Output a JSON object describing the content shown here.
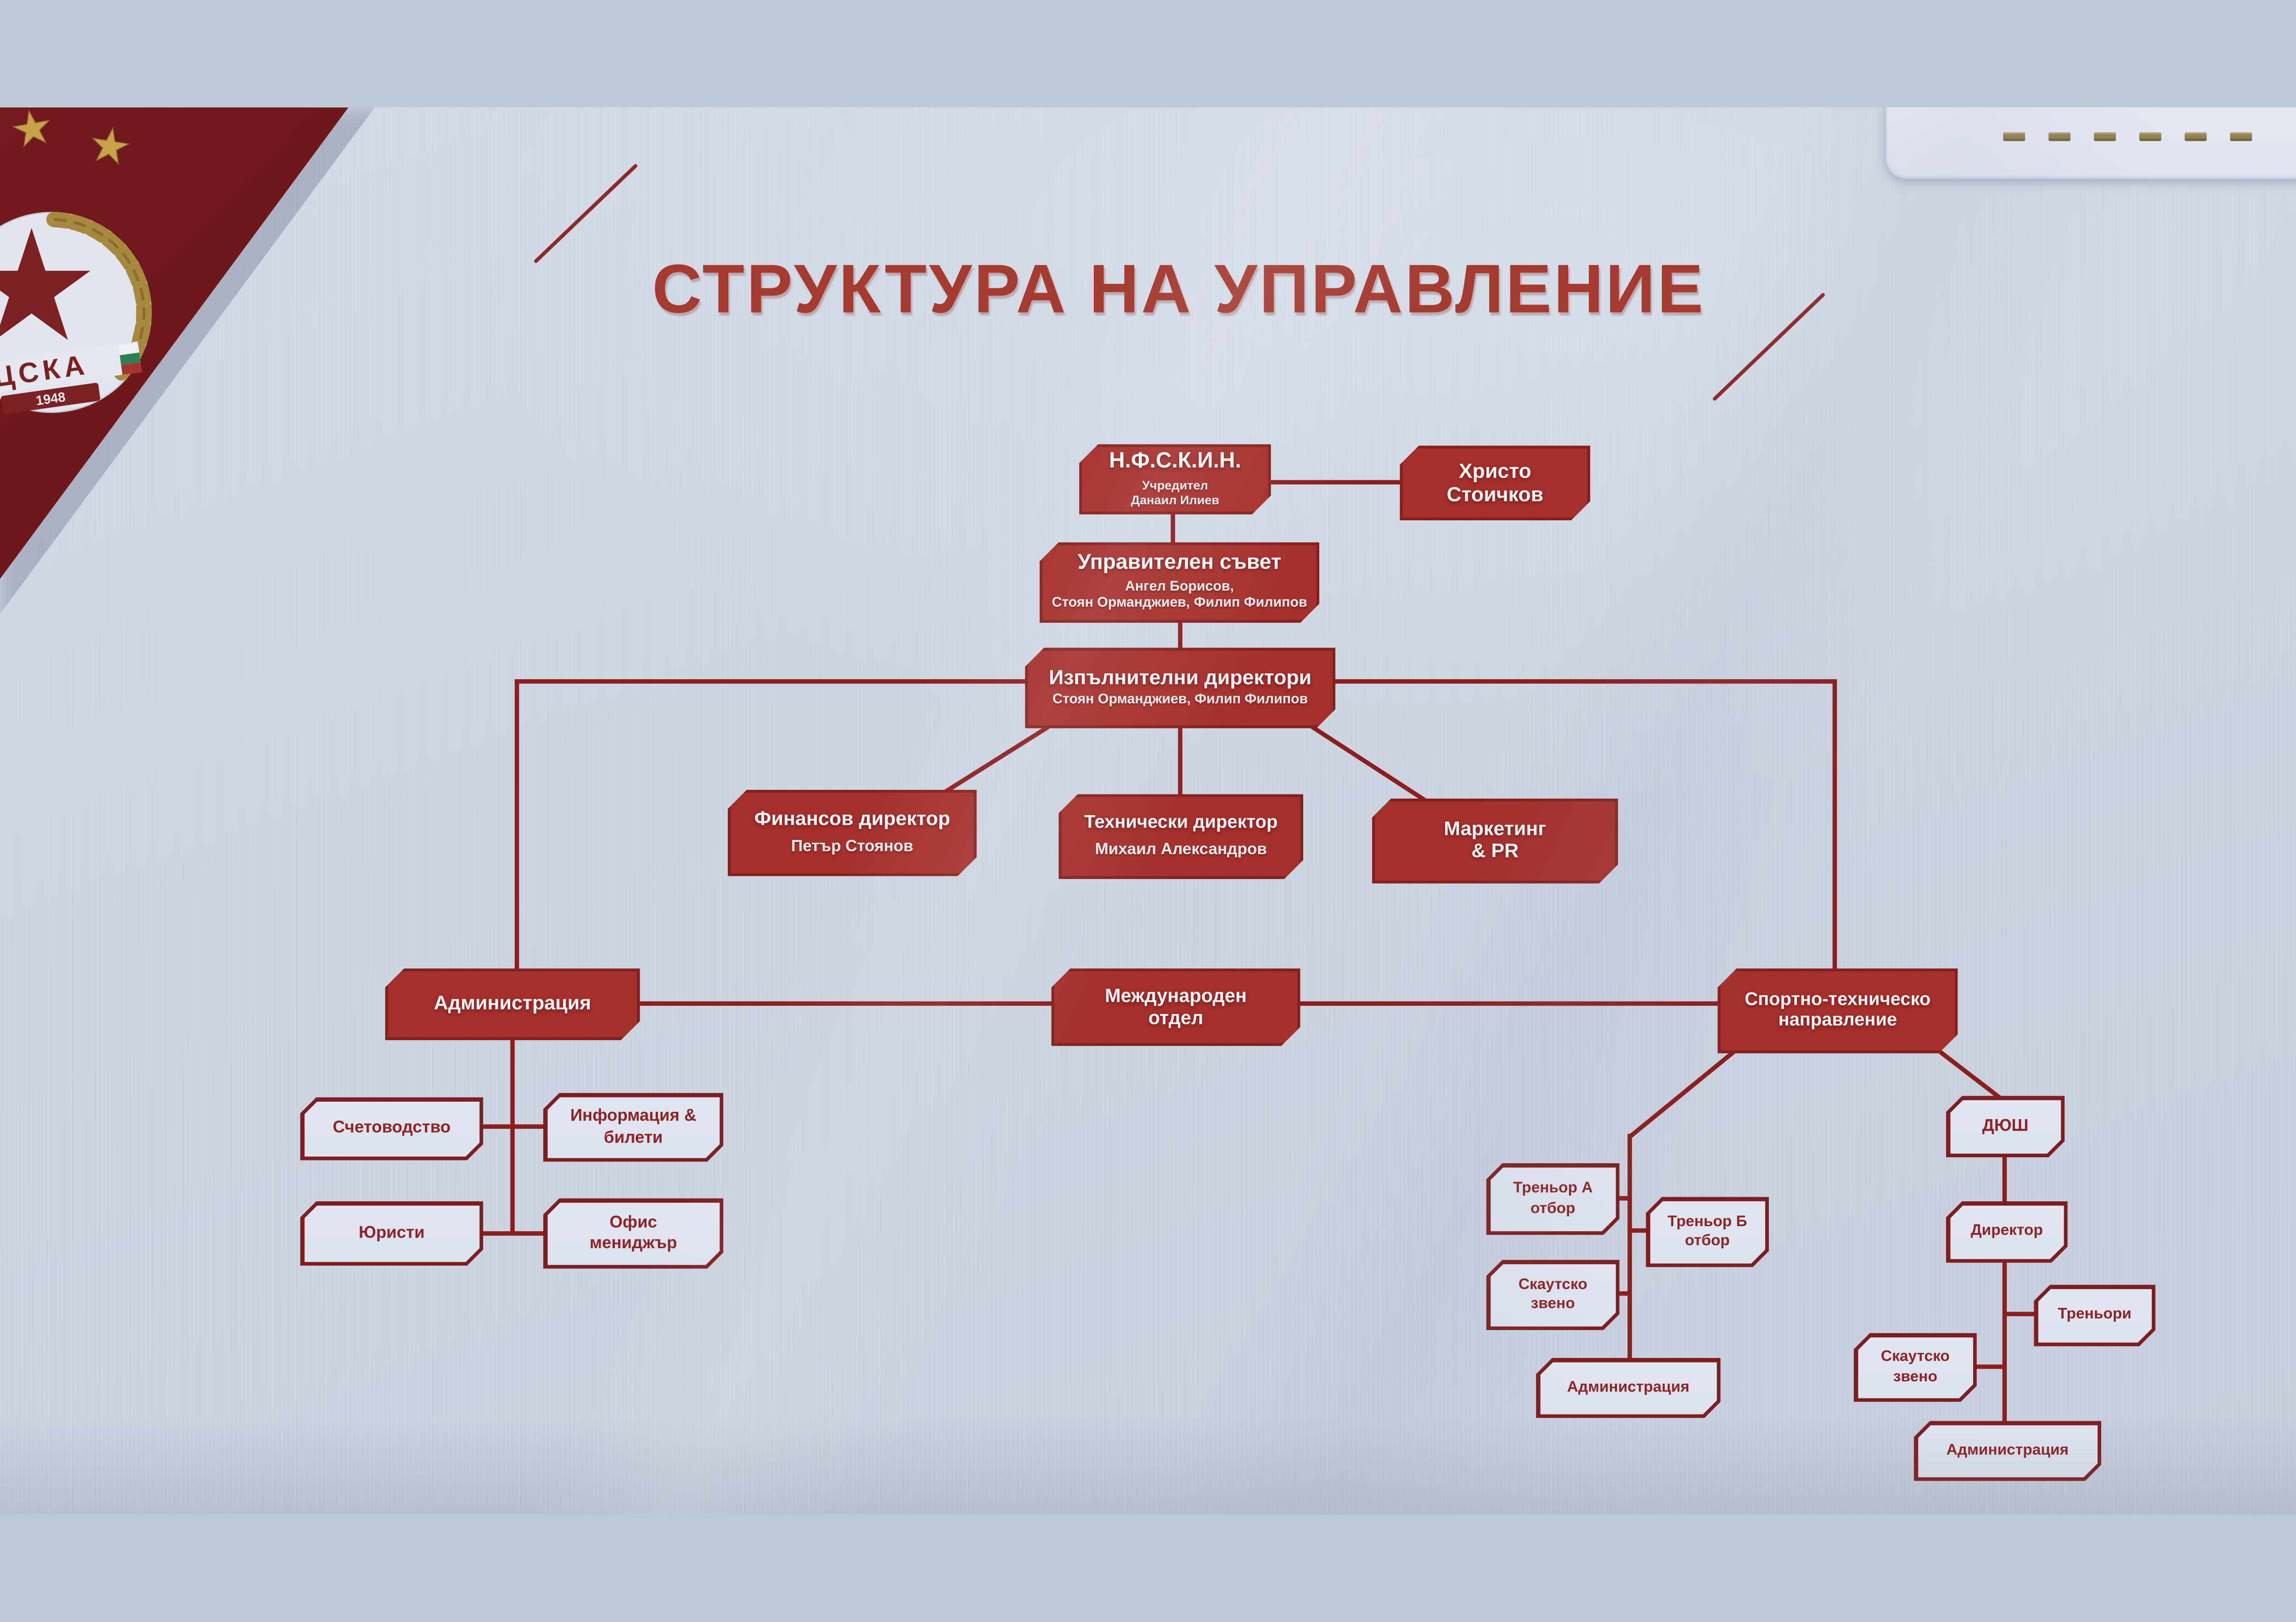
{
  "page": {
    "title": "СТРУКТУРА НА УПРАВЛЕНИЕ"
  },
  "logo": {
    "club": "ЦСКА",
    "year": "1948"
  },
  "chart": {
    "founder": {
      "name": "Н.Ф.С.К.И.Н.",
      "role": "Учредител",
      "person": "Данаил Илиев"
    },
    "honorary": {
      "name": "Христо Стоичков"
    },
    "board": {
      "name": "Управителен съвет",
      "members_line1": "Ангел Борисов,",
      "members_line2": "Стоян Орманджиев, Филип Филипов"
    },
    "executive_directors": {
      "name": "Изпълнителни директори",
      "members": "Стоян Орманджиев, Филип Филипов"
    },
    "financial_director": {
      "name": "Финансов директор",
      "person": "Петър Стоянов"
    },
    "technical_director": {
      "name": "Технически директор",
      "person": "Михаил Александров"
    },
    "marketing_pr": {
      "name": "Маркетинг & PR"
    },
    "administration": {
      "name": "Администрация"
    },
    "international_department": {
      "name": "Международен отдел"
    },
    "sports_technical": {
      "name": "Спортно-техническо направление"
    },
    "accounting": {
      "name": "Счетоводство"
    },
    "tickets_info": {
      "name": "Информация & билети"
    },
    "lawyers": {
      "name": "Юристи"
    },
    "office_manager": {
      "name": "Офис мениджър"
    },
    "coach_team_a": {
      "name": "Треньор А отбор"
    },
    "coach_team_b": {
      "name": "Треньор Б отбор"
    },
    "scouting_unit": {
      "name": "Скаутско звено"
    },
    "sports_administration": {
      "name": "Администрация"
    },
    "youth_academy": {
      "name": "ДЮШ"
    },
    "youth_director": {
      "name": "Директор"
    },
    "youth_coaches": {
      "name": "Треньори"
    },
    "youth_scouting": {
      "name": "Скаутско звено"
    },
    "youth_administration": {
      "name": "Администрация"
    }
  },
  "colors": {
    "background": "#ccd4e2",
    "box_red": "#a52f2b",
    "line_red": "#8c1e1d",
    "white_box_bg": "#dde3ee",
    "white_box_border": "#7e1e20",
    "white_box_text": "#8e2427",
    "title_red": "#a43a30",
    "banner_maroon": "#6d181c",
    "gold": "#c2a04a",
    "panel_bg": "#dfe4ef",
    "dash_gold": "#94824f"
  }
}
